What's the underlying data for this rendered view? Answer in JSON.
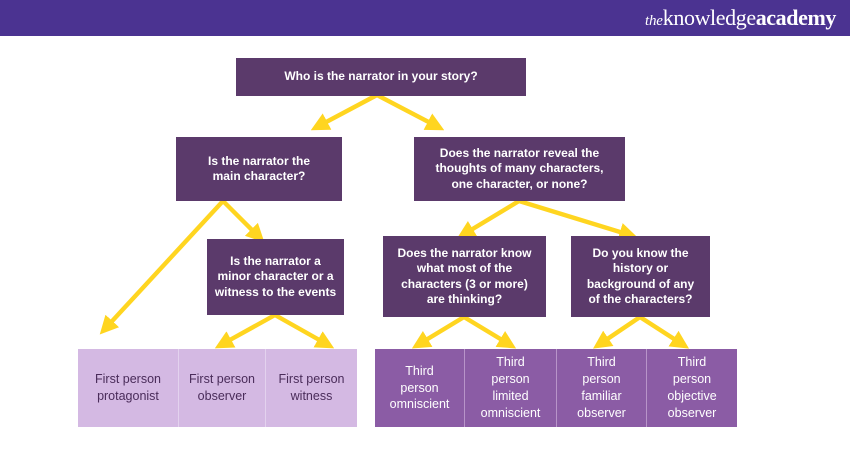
{
  "header": {
    "logo": {
      "the": "the",
      "knowledge": "knowledge",
      "academy": "academy"
    },
    "bar_color": "#4B3391"
  },
  "colors": {
    "question_box": "#5B3A6B",
    "result_light": "#D4B9E3",
    "result_light_text": "#4A2C5A",
    "result_mid": "#8B5CA5",
    "arrow": "#FFD520",
    "page_background": "#FFFFFF"
  },
  "chart_data": {
    "type": "diagram",
    "title": "Narrator point of view decision flowchart",
    "nodes": [
      {
        "id": "q1",
        "kind": "question",
        "label": "Who is the narrator in your story?"
      },
      {
        "id": "q2",
        "kind": "question",
        "label": "Is the narrator the main character?"
      },
      {
        "id": "q3",
        "kind": "question",
        "label": "Does the narrator reveal the thoughts of many characters, one character, or none?"
      },
      {
        "id": "q4",
        "kind": "question",
        "label": "Is the narrator a minor character or a witness to the events"
      },
      {
        "id": "q5",
        "kind": "question",
        "label": "Does the narrator know what most of the characters (3 or more) are thinking?"
      },
      {
        "id": "q6",
        "kind": "question",
        "label": "Do you know the history or background of any of the characters?"
      },
      {
        "id": "r1",
        "kind": "result-light",
        "label": "First person protagonist"
      },
      {
        "id": "r2",
        "kind": "result-light",
        "label": "First person observer"
      },
      {
        "id": "r3",
        "kind": "result-light",
        "label": "First person witness"
      },
      {
        "id": "r4",
        "kind": "result-mid",
        "label": "Third person omniscient"
      },
      {
        "id": "r5",
        "kind": "result-mid",
        "label": "Third person limited omniscient"
      },
      {
        "id": "r6",
        "kind": "result-mid",
        "label": "Third person familiar observer"
      },
      {
        "id": "r7",
        "kind": "result-mid",
        "label": "Third person objective observer"
      }
    ],
    "edges": [
      {
        "from": "q1",
        "to": "q2"
      },
      {
        "from": "q1",
        "to": "q3"
      },
      {
        "from": "q2",
        "to": "r1"
      },
      {
        "from": "q2",
        "to": "q4"
      },
      {
        "from": "q3",
        "to": "q5"
      },
      {
        "from": "q3",
        "to": "q6"
      },
      {
        "from": "q4",
        "to": "r2"
      },
      {
        "from": "q4",
        "to": "r3"
      },
      {
        "from": "q5",
        "to": "r4"
      },
      {
        "from": "q5",
        "to": "r5"
      },
      {
        "from": "q6",
        "to": "r6"
      },
      {
        "from": "q6",
        "to": "r7"
      }
    ]
  },
  "boxes": {
    "q1": {
      "line1": "Who is the narrator in your story?"
    },
    "q2": {
      "line1": "Is the narrator the",
      "line2": "main character?"
    },
    "q3": {
      "line1": "Does the narrator reveal the",
      "line2": "thoughts of many characters,",
      "line3": "one character, or none?"
    },
    "q4": {
      "line1": "Is the narrator a",
      "line2": "minor character or a",
      "line3": "witness to the events"
    },
    "q5": {
      "line1": "Does the narrator know",
      "line2": "what most of the",
      "line3": "characters (3 or more)",
      "line4": "are thinking?"
    },
    "q6": {
      "line1": "Do you know the",
      "line2": "history or",
      "line3": "background of any",
      "line4": "of the characters?"
    },
    "r1": {
      "line1": "First person",
      "line2": "protagonist"
    },
    "r2": {
      "line1": "First person",
      "line2": "observer"
    },
    "r3": {
      "line1": "First person",
      "line2": "witness"
    },
    "r4": {
      "line1": "Third",
      "line2": "person",
      "line3": "omniscient"
    },
    "r5": {
      "line1": "Third",
      "line2": "person",
      "line3": "limited",
      "line4": "omniscient"
    },
    "r6": {
      "line1": "Third",
      "line2": "person",
      "line3": "familiar",
      "line4": "observer"
    },
    "r7": {
      "line1": "Third",
      "line2": "person",
      "line3": "objective",
      "line4": "observer"
    }
  }
}
